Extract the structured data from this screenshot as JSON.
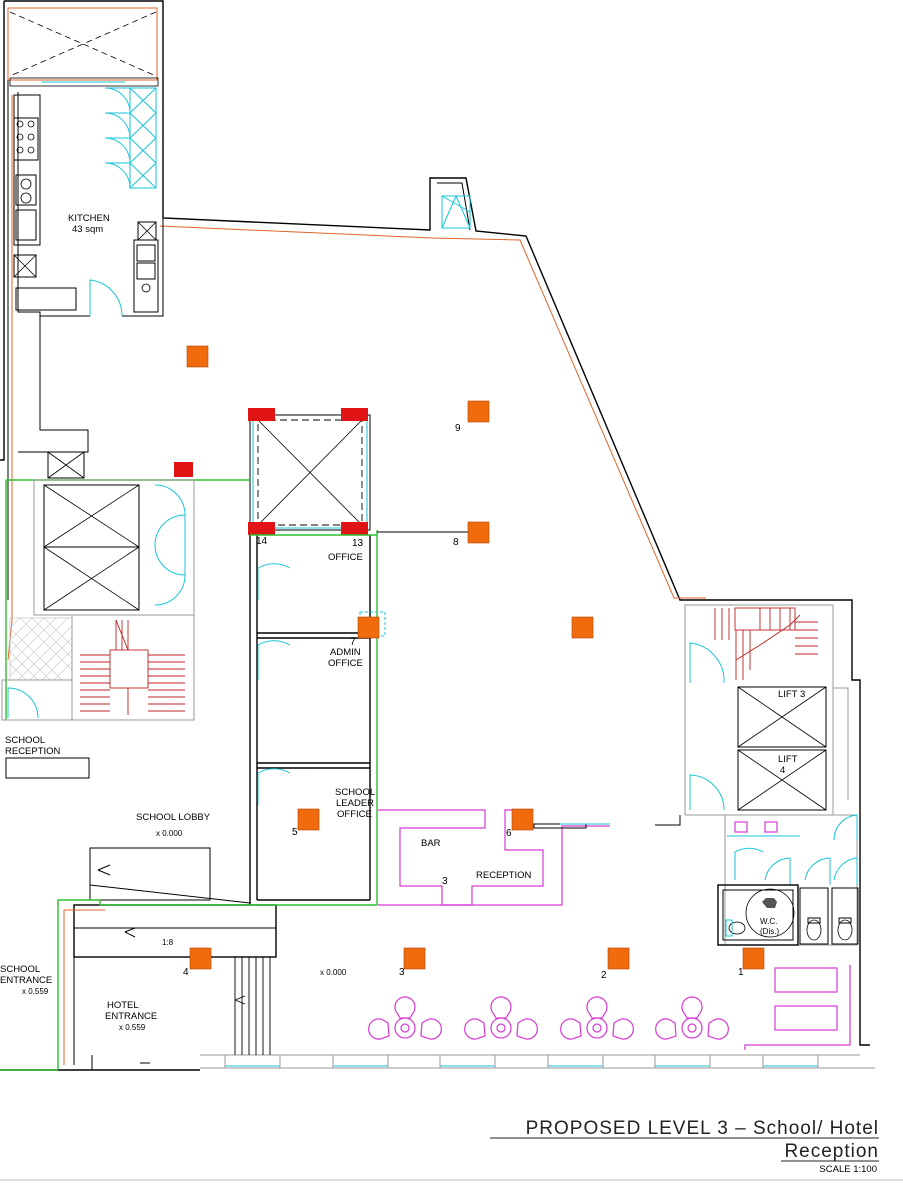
{
  "drawing": {
    "title_line1": "PROPOSED LEVEL 3 – School/ Hotel",
    "title_line2": "Reception",
    "scale": "SCALE 1:100"
  },
  "rooms": {
    "kitchen": "KITCHEN",
    "kitchen_area": "43 sqm",
    "office": "OFFICE",
    "admin_office_1": "ADMIN",
    "admin_office_2": "OFFICE",
    "school_leader_1": "SCHOOL",
    "school_leader_2": "LEADER",
    "school_leader_3": "OFFICE",
    "school_reception_1": "SCHOOL",
    "school_reception_2": "RECEPTION",
    "school_lobby": "SCHOOL LOBBY",
    "school_lobby_level": "x 0.000",
    "school_entrance_1": "SCHOOL",
    "school_entrance_2": "ENTRANCE",
    "school_entrance_level": "x 0.559",
    "hotel_entrance_1": "HOTEL",
    "hotel_entrance_2": "ENTRANCE",
    "hotel_entrance_level": "x 0.559",
    "main_level": "x 0.000",
    "ramp": "1:8",
    "bar": "BAR",
    "reception": "RECEPTION",
    "lift3": "LIFT 3",
    "lift4_1": "LIFT",
    "lift4_2": "4",
    "wc_1": "W.C.",
    "wc_2": "(Dis.)"
  },
  "column_numbers": [
    "1",
    "2",
    "3",
    "3",
    "4",
    "5",
    "6",
    "7",
    "8",
    "9",
    "13",
    "14"
  ],
  "colors": {
    "column": "#f06b0e",
    "structural_red": "#e01414",
    "partition_green": "#2fbf2f",
    "glazing_cyan": "#18c6d8",
    "furniture_magenta": "#d63ad6",
    "boundary_orange": "#e0642a"
  }
}
